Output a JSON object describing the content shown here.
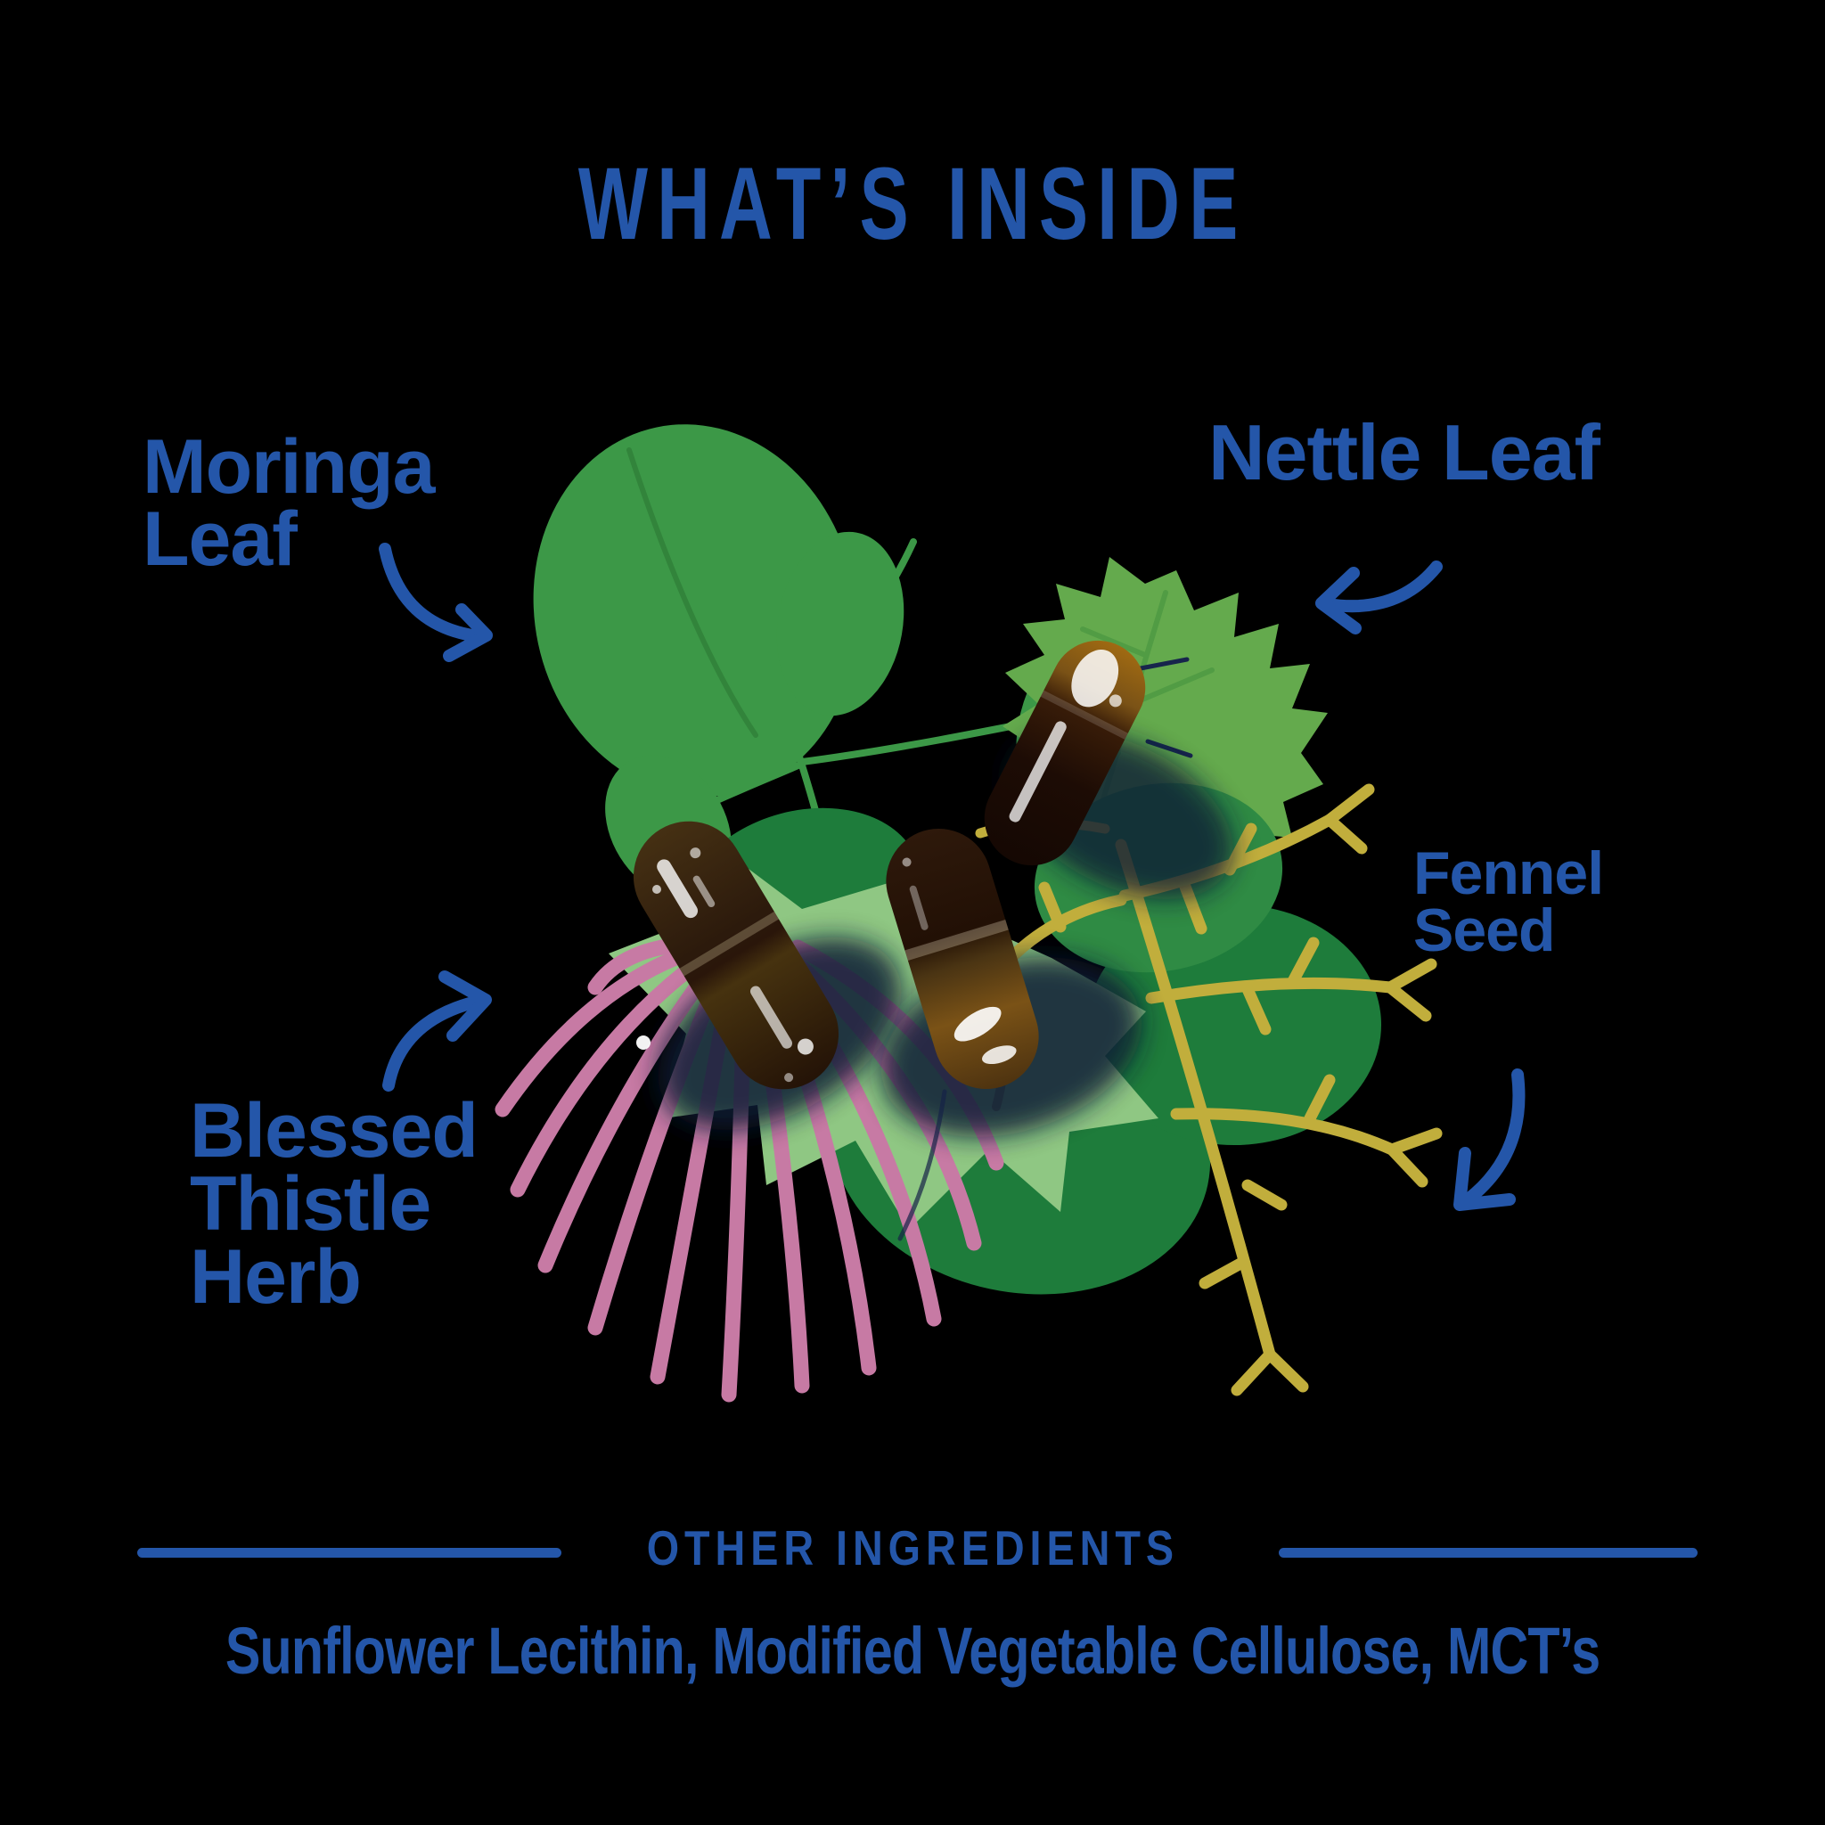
{
  "title": "WHAT’S INSIDE",
  "ingredient_labels": {
    "moringa": "Moringa\nLeaf",
    "nettle": "Nettle Leaf",
    "fennel": "Fennel\nSeed",
    "blessed_thistle": "Blessed\nThistle\nHerb"
  },
  "other_ingredients": {
    "heading": "OTHER INGREDIENTS",
    "list": "Sunflower Lecithin, Modified Vegetable Cellulose, MCT’s"
  },
  "illustration": {
    "capsule_count": 3,
    "icons": [
      "moringa-leaf-illustration",
      "nettle-leaf-illustration",
      "blessed-thistle-illustration",
      "fennel-seed-illustration",
      "capsule-icon"
    ]
  },
  "colors": {
    "background": "#000000",
    "label_blue": "#2456a9",
    "moringa_green": "#3c9847",
    "mid_green": "#2f8b44",
    "dark_green": "#1e7c3b",
    "nettle_green": "#64aa4d",
    "light_green": "#8fc783",
    "fennel_olive": "#c1ae3c",
    "thistle_pink": "#c77aa4",
    "capsule_dark": "#2a160a",
    "capsule_amber": "#7a5216"
  }
}
